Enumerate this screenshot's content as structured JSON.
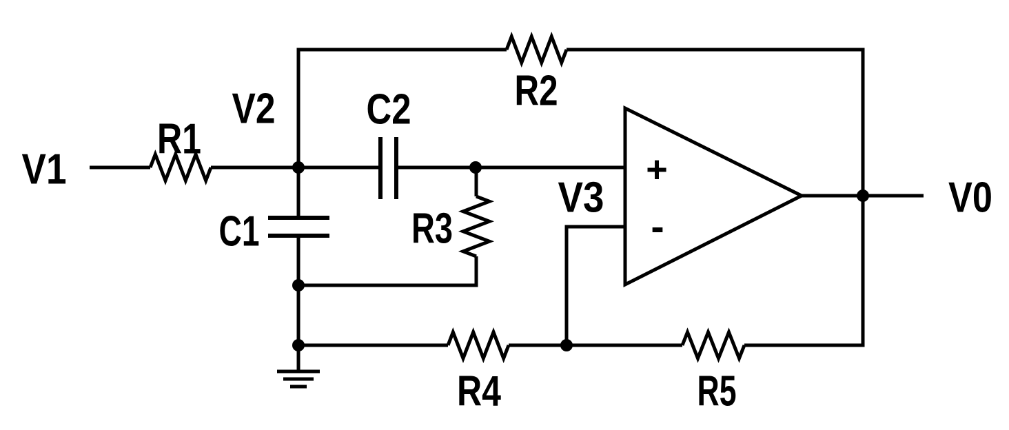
{
  "canvas": {
    "background": "#ffffff",
    "line_color": "#000000"
  },
  "labels": {
    "v1": "V1",
    "r1": "R1",
    "v2": "V2",
    "c1": "C1",
    "c2": "C2",
    "r2": "R2",
    "r3": "R3",
    "v3": "V3",
    "opamp_plus": "+",
    "opamp_minus": "-",
    "v0": "V0",
    "r4": "R4",
    "r5": "R5"
  },
  "components": [
    {
      "type": "resistor",
      "label": "R1"
    },
    {
      "type": "resistor",
      "label": "R2"
    },
    {
      "type": "resistor",
      "label": "R3"
    },
    {
      "type": "resistor",
      "label": "R4"
    },
    {
      "type": "resistor",
      "label": "R5"
    },
    {
      "type": "capacitor",
      "label": "C1"
    },
    {
      "type": "capacitor",
      "label": "C2"
    },
    {
      "type": "op-amp",
      "label": ""
    },
    {
      "type": "ground",
      "label": ""
    }
  ],
  "nodes": [
    "V1",
    "V2",
    "V3",
    "V0"
  ]
}
